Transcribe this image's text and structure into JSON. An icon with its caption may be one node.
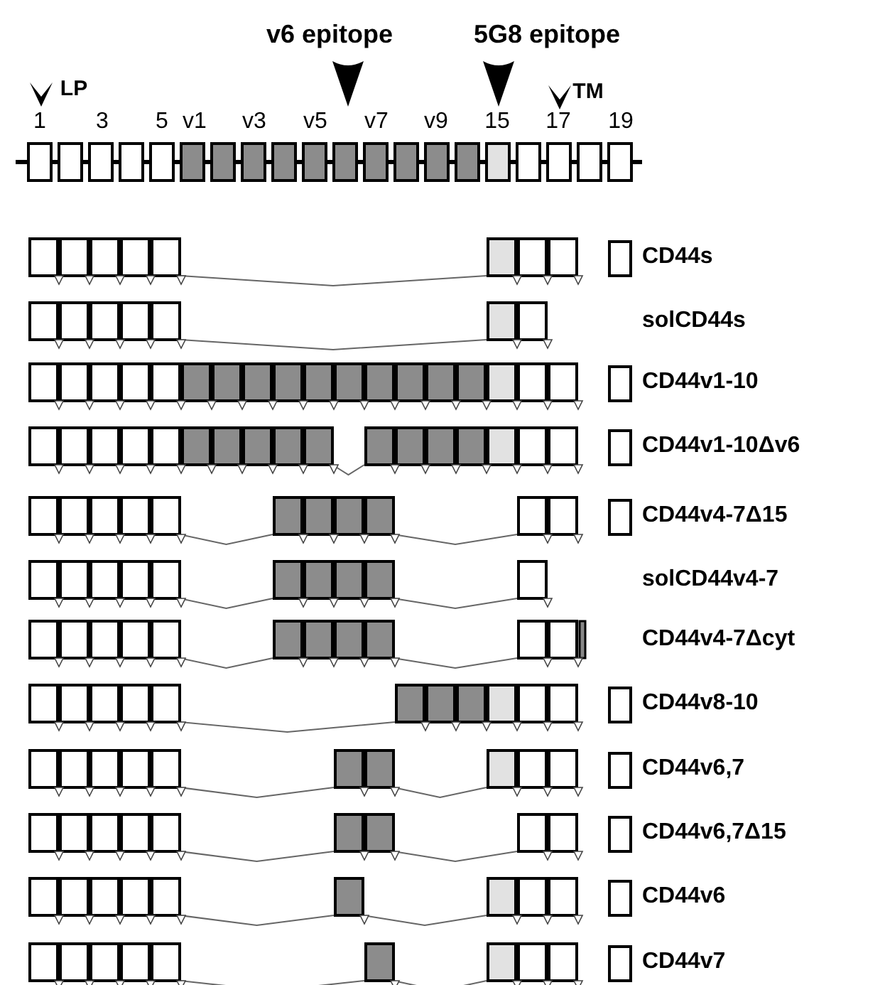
{
  "diagram": {
    "labels": [
      "v6 epitope",
      "5G8 epitope",
      "LP",
      "TM",
      "1",
      "3",
      "5",
      "v1",
      "v3",
      "v5",
      "v7",
      "v9",
      "15",
      "17",
      "19",
      "CD44s",
      "solCD44s",
      "CD44v1-10",
      "CD44v1-10Δv6",
      "CD44v4-7Δ15",
      "solCD44v4-7",
      "CD44v4-7Δcyt",
      "CD44v8-10",
      "CD44v6,7",
      "CD44v6,7Δ15",
      "CD44v6",
      "CD44v7"
    ]
  }
}
